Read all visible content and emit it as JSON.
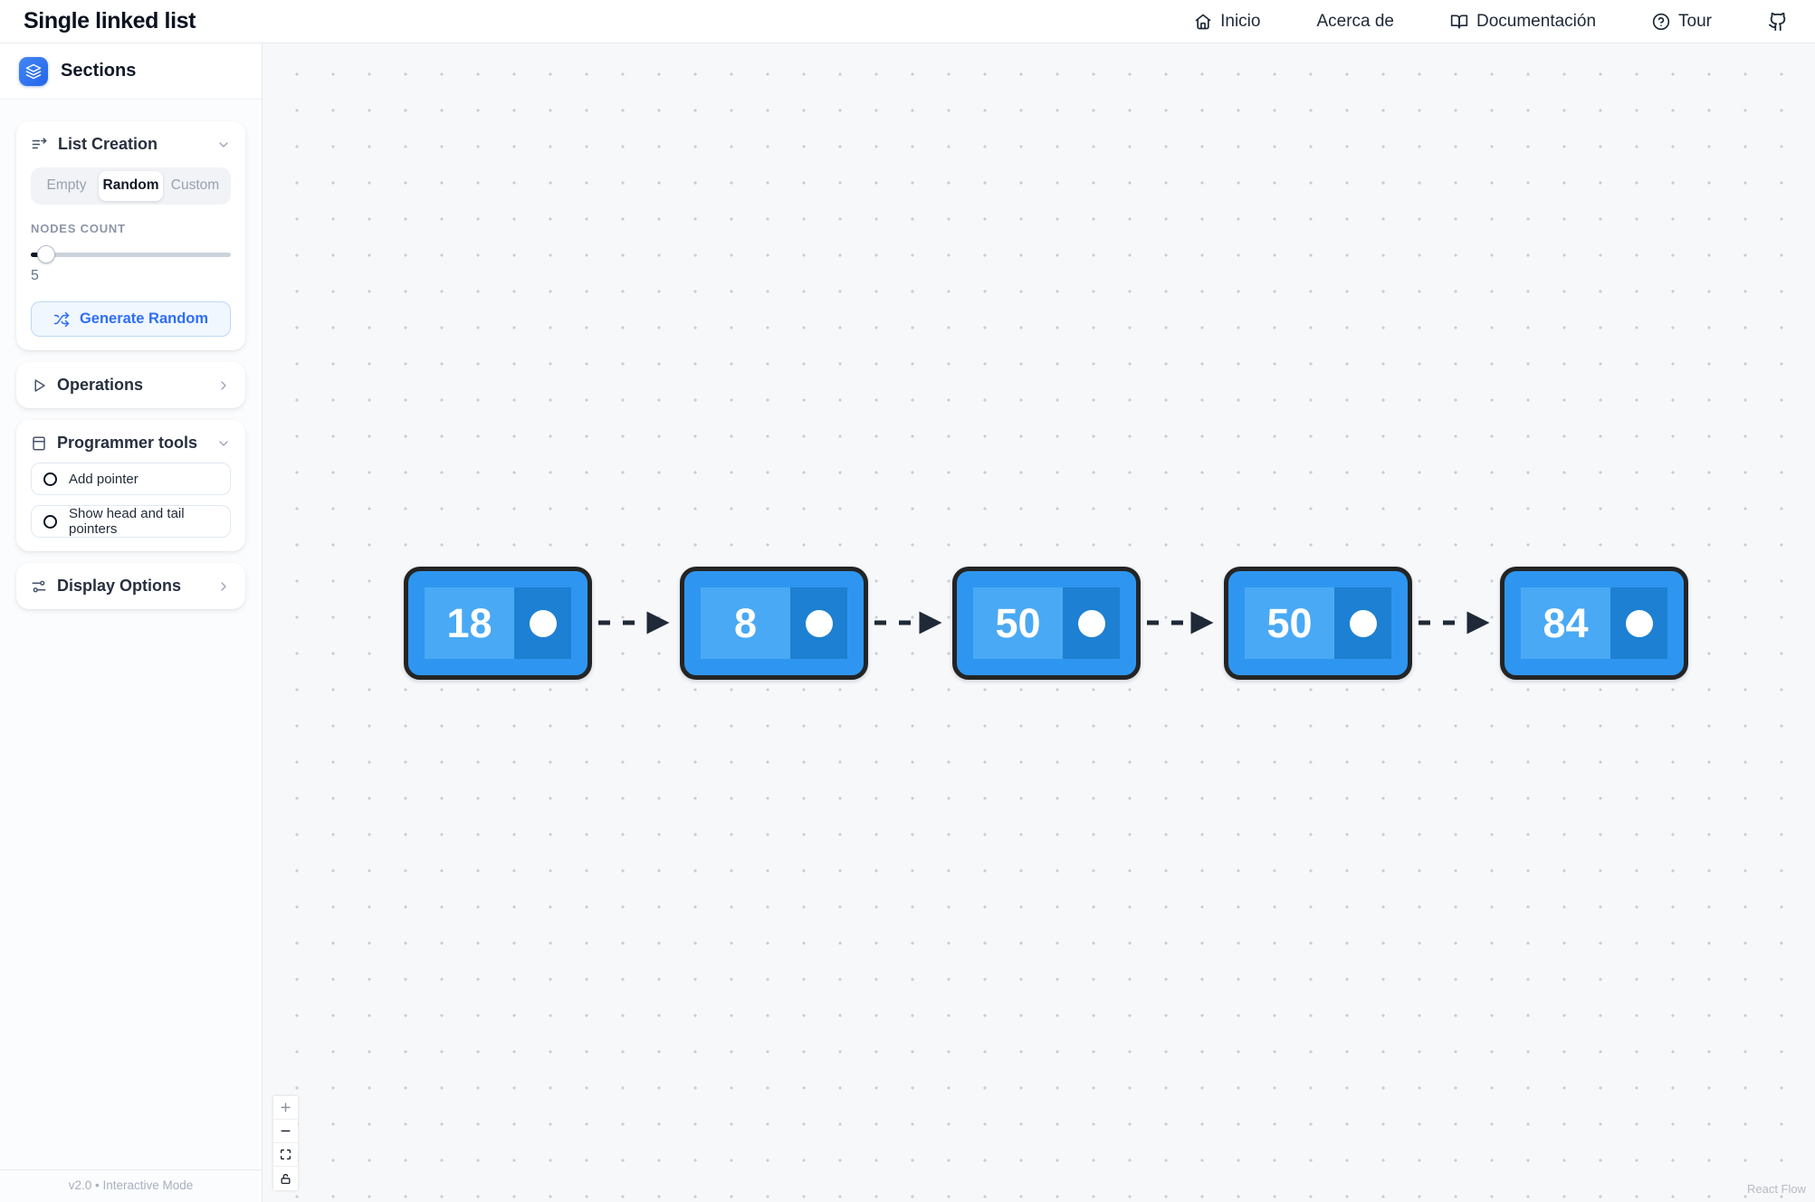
{
  "app": {
    "title": "Single linked list"
  },
  "navbar": {
    "items": [
      {
        "label": "Inicio",
        "icon": "home-icon"
      },
      {
        "label": "Acerca de",
        "icon": ""
      },
      {
        "label": "Documentación",
        "icon": "book-open-icon"
      },
      {
        "label": "Tour",
        "icon": "help-circle-icon"
      }
    ],
    "github_icon": "github-icon"
  },
  "sidebar": {
    "title": "Sections",
    "list_creation": {
      "title": "List Creation",
      "tabs": [
        {
          "label": "Empty",
          "active": false
        },
        {
          "label": "Random",
          "active": true
        },
        {
          "label": "Custom",
          "active": false
        }
      ],
      "nodes_count_label": "NODES COUNT",
      "nodes_count_value": "5",
      "generate_label": "Generate Random"
    },
    "operations": {
      "title": "Operations"
    },
    "programmer_tools": {
      "title": "Programmer tools",
      "options": [
        {
          "label": "Add pointer"
        },
        {
          "label": "Show head and tail pointers"
        }
      ]
    },
    "display_options": {
      "title": "Display Options"
    },
    "footer": "v2.0 • Interactive Mode"
  },
  "canvas": {
    "nodes": [
      {
        "value": "18"
      },
      {
        "value": "8"
      },
      {
        "value": "50"
      },
      {
        "value": "50"
      },
      {
        "value": "84"
      }
    ],
    "attribution": "React Flow",
    "colors": {
      "node_fill": "#2e96f0",
      "node_value_bg": "#4aa9f4",
      "node_pointer_bg": "#1d80d2",
      "node_border": "#242424",
      "edge": "#1f2937",
      "accent_blue": "#2563eb",
      "canvas_bg": "#f7f8fa"
    }
  },
  "controls": {
    "zoom_in": "zoom-in-icon",
    "zoom_out": "zoom-out-icon",
    "fit_view": "fit-view-icon",
    "lock": "lock-icon"
  }
}
